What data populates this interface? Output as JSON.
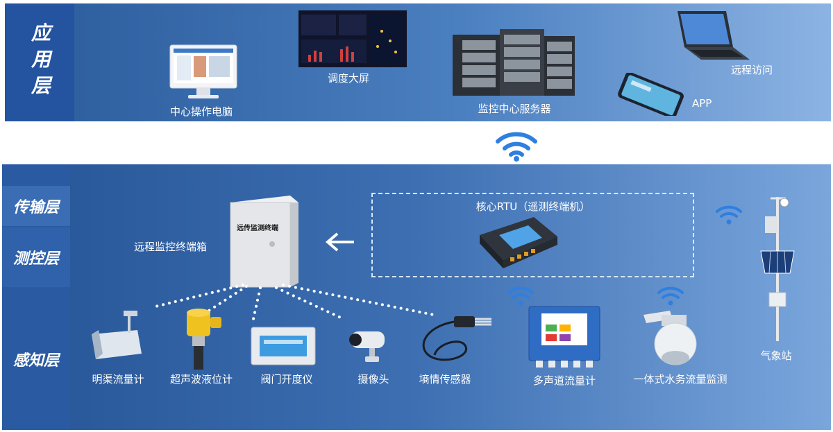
{
  "layers": {
    "application": "应用层",
    "transmission": "传输层",
    "measurement": "测控层",
    "perception": "感知层"
  },
  "application_items": {
    "center_pc": "中心操作电脑",
    "dispatch_screen": "调度大屏",
    "server": "监控中心服务器",
    "app": "APP",
    "remote": "远程访问"
  },
  "control": {
    "cabinet_label": "远程监控终端箱",
    "cabinet_plate": "远传监测终端",
    "rtu_label": "核心RTU（遥测终端机）"
  },
  "sensors": {
    "open_channel": "明渠流量计",
    "ultrasonic": "超声波液位计",
    "gate": "阀门开度仪",
    "camera": "摄像头",
    "soil": "墒情传感器",
    "multipath": "多声道流量计",
    "integrated": "一体式水务流量监测",
    "weather": "气象站"
  },
  "colors": {
    "panel_dark": "#2453a0",
    "panel_light": "#8cb3e3",
    "wifi": "#2f7fe0",
    "text": "#ffffff"
  }
}
